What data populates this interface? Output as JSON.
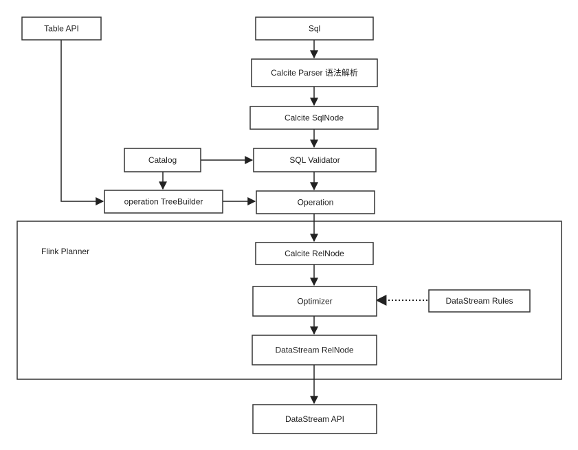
{
  "group": {
    "label": "Flink Planner"
  },
  "nodes": {
    "table_api": "Table API",
    "sql": "Sql",
    "calcite_parser": "Calcite Parser 语法解析",
    "calcite_sqlnode": "Calcite SqlNode",
    "catalog": "Catalog",
    "sql_validator": "SQL Validator",
    "operation_treebuilder": "operation TreeBuilder",
    "operation": "Operation",
    "calcite_relnode": "Calcite RelNode",
    "optimizer": "Optimizer",
    "datastream_rules": "DataStream Rules",
    "datastream_relnode": "DataStream RelNode",
    "datastream_api": "DataStream API"
  },
  "edges": [
    {
      "from": "sql",
      "to": "calcite_parser",
      "style": "solid"
    },
    {
      "from": "calcite_parser",
      "to": "calcite_sqlnode",
      "style": "solid"
    },
    {
      "from": "calcite_sqlnode",
      "to": "sql_validator",
      "style": "solid"
    },
    {
      "from": "catalog",
      "to": "sql_validator",
      "style": "solid"
    },
    {
      "from": "catalog",
      "to": "operation_treebuilder",
      "style": "solid"
    },
    {
      "from": "table_api",
      "to": "operation_treebuilder",
      "style": "solid"
    },
    {
      "from": "sql_validator",
      "to": "operation",
      "style": "solid"
    },
    {
      "from": "operation_treebuilder",
      "to": "operation",
      "style": "solid"
    },
    {
      "from": "operation",
      "to": "calcite_relnode",
      "style": "solid"
    },
    {
      "from": "calcite_relnode",
      "to": "optimizer",
      "style": "solid"
    },
    {
      "from": "datastream_rules",
      "to": "optimizer",
      "style": "dotted"
    },
    {
      "from": "optimizer",
      "to": "datastream_relnode",
      "style": "solid"
    },
    {
      "from": "datastream_relnode",
      "to": "datastream_api",
      "style": "solid"
    }
  ]
}
